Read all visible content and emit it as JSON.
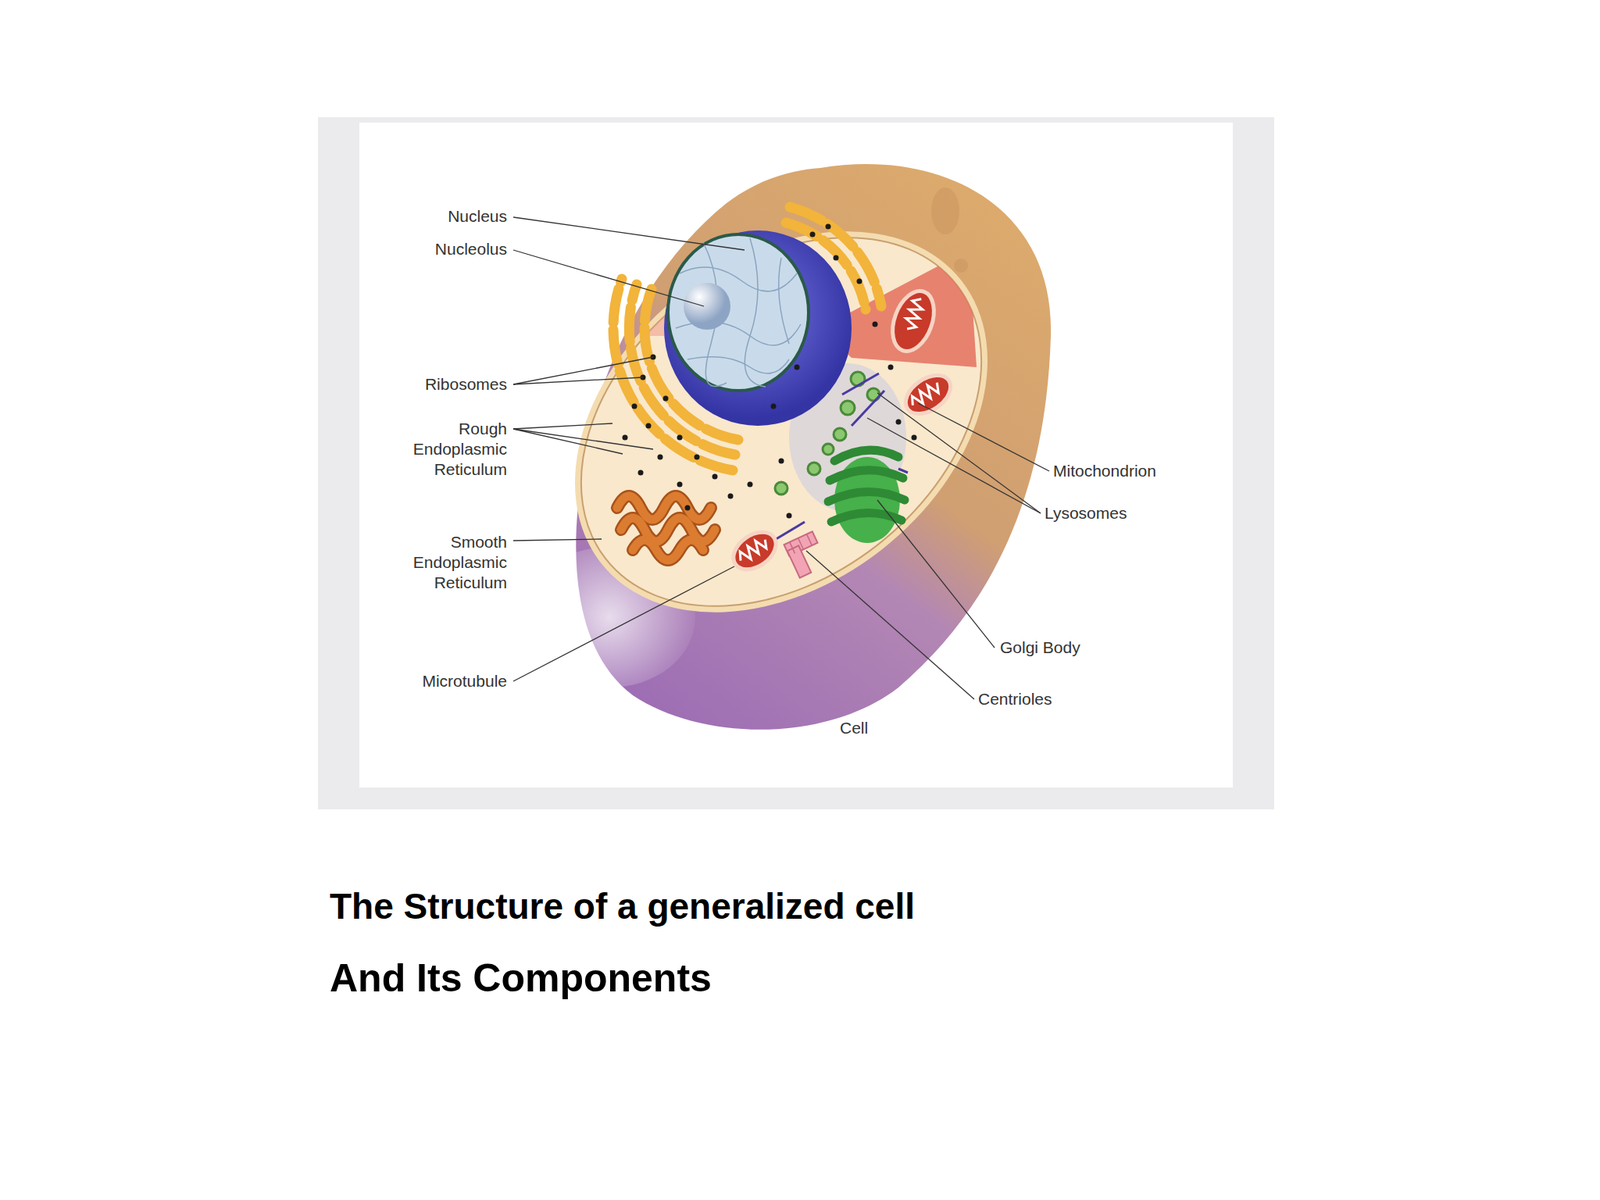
{
  "diagram": {
    "title": "The Structure of a generalized cell",
    "caption": "And Its Components",
    "labels": [
      "Nucleus",
      "Nucleolus",
      "Ribosomes",
      "Rough Endoplasmic Reticulum",
      "Smooth Endoplasmic Reticulum",
      "Microtubule",
      "Mitochondrion",
      "Lysosomes",
      "Golgi Body",
      "Centrioles",
      "Cell"
    ]
  }
}
